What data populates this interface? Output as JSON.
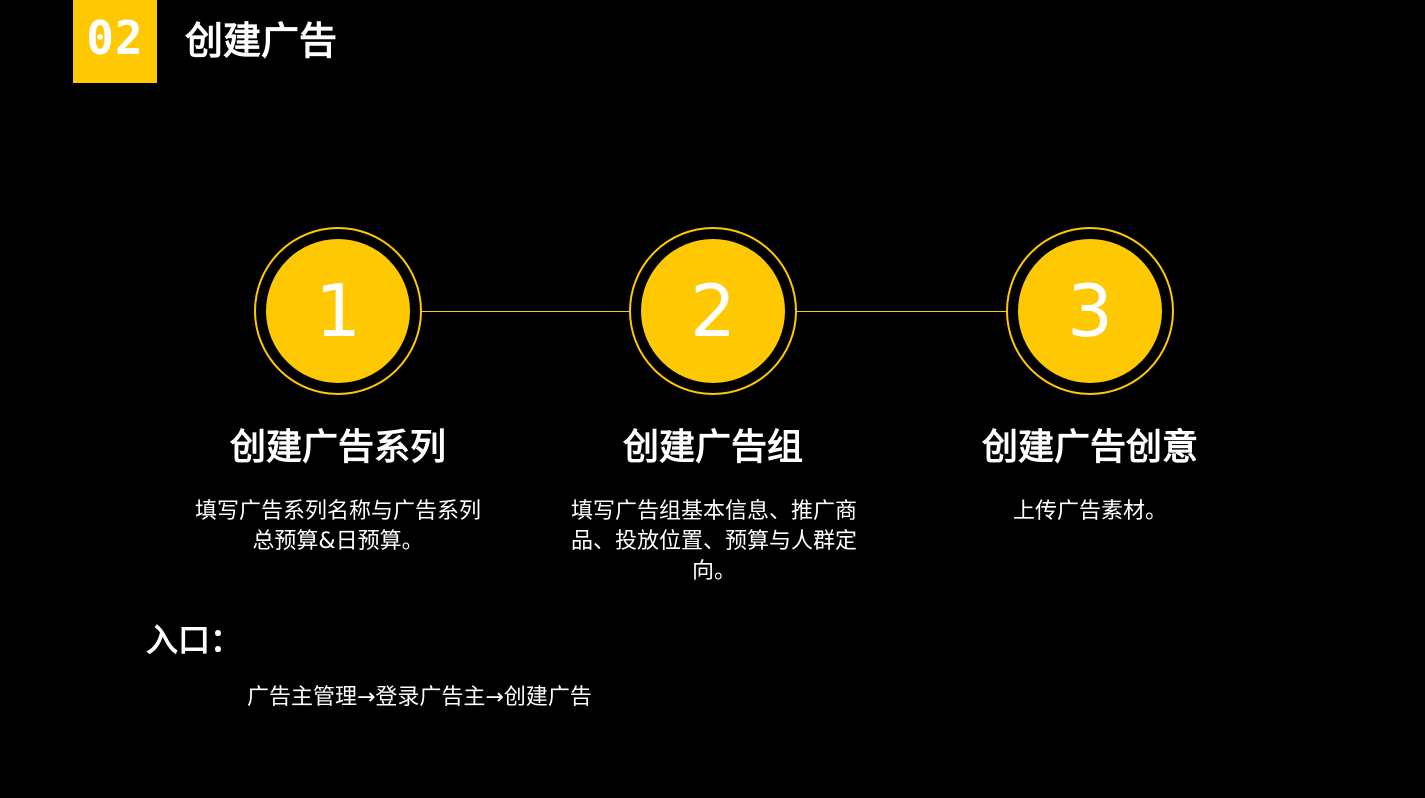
{
  "header": {
    "badge_number": "02",
    "title": "创建广告"
  },
  "steps": [
    {
      "number": "1",
      "title": "创建广告系列",
      "description": "填写广告系列名称与广告系列总预算&日预算。"
    },
    {
      "number": "2",
      "title": "创建广告组",
      "description": "填写广告组基本信息、推广商品、投放位置、预算与人群定向。"
    },
    {
      "number": "3",
      "title": "创建广告创意",
      "description": "上传广告素材。"
    }
  ],
  "entry": {
    "label": "入口：",
    "path": "广告主管理→登录广告主→创建广告"
  },
  "colors": {
    "accent": "#fec803",
    "background": "#000000",
    "text": "#ffffff"
  }
}
